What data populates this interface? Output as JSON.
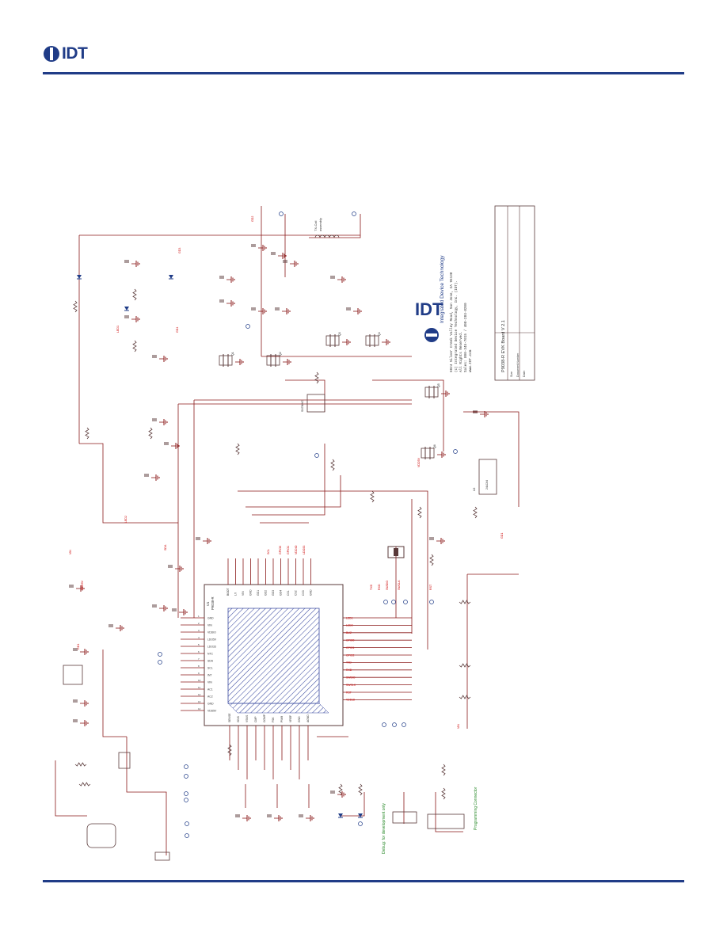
{
  "header": {
    "logo_text": "IDT",
    "brand_color": "#203c87"
  },
  "schematic": {
    "colors": {
      "wire": "#8b1a1a",
      "part": "#5a3a3a",
      "net_label": "#cc0000",
      "text": "#333333",
      "green_note": "#2a8a2a",
      "idt_blue": "#203c87"
    },
    "notes": {
      "debug_note": "Debug: for development only",
      "programming_connector": "Programming Connector",
      "txcoil_assembly": "TX-Coil\nassembly"
    },
    "title_block": {
      "company": "Integrated Device Technology",
      "logo_text": "IDT",
      "title": "P9038-R EVK Board V 2.1",
      "rows": [
        "Size",
        "Document Number",
        "Date:"
      ]
    },
    "copyright_lines": [
      "6024 Silver Creek Valley Road, San Jose, CA 95138",
      "(c) Integrated Device Technology, Inc. (IDT).",
      "All Rights Reserved.",
      "Sales: 800-345-7015 / 408-284-8200",
      "www.IDT.com"
    ],
    "ic_main": {
      "ref": "U1",
      "part": "P9038-R",
      "pins_left": [
        "GND",
        "VIN",
        "VDDIO",
        "LDO5V",
        "LDO33",
        "NTC",
        "SDA",
        "SCL",
        "INT",
        "VIN",
        "AC1",
        "AC2",
        "GND",
        "VDD5V"
      ],
      "pins_top": [
        "BOOT",
        "LX",
        "VIN",
        "GND",
        "GD1",
        "GD2",
        "GD3",
        "GD4",
        "CS1",
        "CS2",
        "CS3",
        "GND"
      ],
      "pins_right": [
        "LED1",
        "LED2",
        "BUZ",
        "GPIO0",
        "GPIO1",
        "GPIO2",
        "TXD",
        "RXD",
        "SWDIO",
        "SWCLK",
        "RST",
        "VDD18"
      ],
      "pins_bottom": [
        "SENSE",
        "ISNS",
        "VSNS",
        "CMP",
        "COMP",
        "FSK",
        "PWM",
        "VREF",
        "GND",
        "AGND"
      ]
    },
    "ic_u2": {
      "ref": "U2",
      "part": "24LC64"
    },
    "ic_u3": {
      "ref": "U3",
      "part": "SN74LVC"
    },
    "transistors": [
      "Q1",
      "Q2",
      "Q3",
      "Q4",
      "Q5",
      "Q6"
    ],
    "connectors": [
      "J1",
      "J2",
      "J3",
      "J4",
      "J5",
      "J6"
    ],
    "net_labels": [
      "VIN",
      "VDD5V",
      "GD1",
      "GD2",
      "GD3",
      "GD4",
      "LED1",
      "LED2",
      "SDA",
      "SCL",
      "GPIO0",
      "GPIO1",
      "VDDIO",
      "LDO33",
      "TXD",
      "RXD",
      "SWDIO",
      "SWCLK",
      "RST"
    ]
  }
}
